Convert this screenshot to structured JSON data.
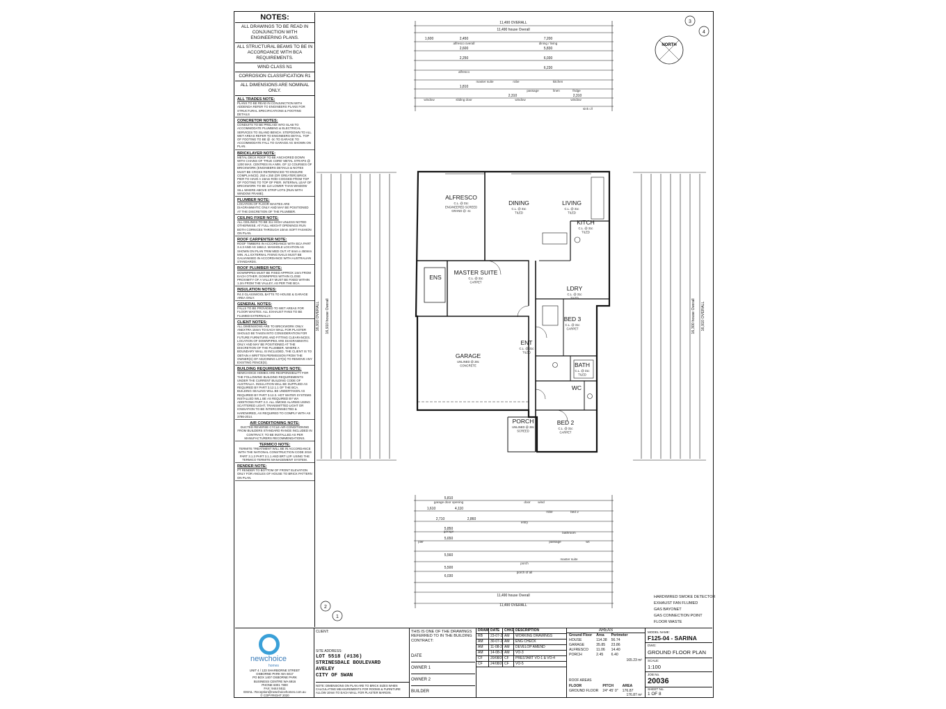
{
  "notes": {
    "heading": "NOTES:",
    "general": [
      "ALL DRAWINGS TO BE READ IN CONJUNCTION WITH ENGINEERING PLANS.",
      "ALL STRUCTURAL BEAMS TO BE IN ACCORDANCE WITH BCA REQUIREMENTS.",
      "WIND CLASS N1",
      "CORROSION CLASSIFICATION R1",
      "ALL DIMENSIONS ARE NOMINAL ONLY."
    ],
    "sections": [
      {
        "title": "ALL TRADES NOTE:",
        "body": "PLANS TO BE READ IN CONJUNCTION WITH ADDENDA REFER TO ENGINEERS PLANS FOR STRUCTURAL SPECIFICATIONS & FOOTING DETAILS"
      },
      {
        "title": "CONCRETOR NOTES:",
        "body": "CONDUITS TO BE PRELAID INTO SLAB TO ACCOMMODATE PLUMBING & ELECTRICAL SERVICES TO ISLAND BENCH. STEPDOWN TO ALL WET AREAS REFER TO ENGINEERS DETAIL. TOP OF FOOTING TO BE @ -3c TO GARAGE TO ACCOMMODATE FALL TO GARAGE AS SHOWN ON PLAN."
      },
      {
        "title": "BRICKLAYER NOTE:",
        "body": "METAL DECK ROOF TO BE ANCHORED DOWN WITH CHAINS OF 'TRUE CORE' METAL STRAPS @ 1200 MAX. CENTRES IN A MIN. OF 12 COURSES OF BRICKWORK (ENGINEERS DETAILS & NOTES MUST BE CROSS REFERENCED TO ENSURE COMPLIANCE). 250 x 250 (OR GREATER) BRICK PIER TO HAVE A 15mm ROD COGGED FROM TOP OF FOOTING TO TOP OF PIER. INTERNAL LEAF OF BRICKWORK TO BE 110 LOWER THAN WINDOW SILL WHERE ABOVE STRIP LOTS (RUN WITH WINDOW FRAME)."
      },
      {
        "title": "PLUMBER NOTE:",
        "body": "LOCATION OF FLOOR WASTES ARE DIAGRAMMATIC ONLY AND MAY BE POSITIONED AT THE DISCRETION OF THE PLUMBER."
      },
      {
        "title": "CEILING FIXER NOTE:",
        "body": "ALL CEILINGS TO BE 31c HIGH UNLESS NOTED OTHERWISE. AT FULL HEIGHT OPENINGS RUN BOTH CORNICES THROUGH 10mm SOFT FASHION ON PLAN."
      },
      {
        "title": "ROOF CARPENTER NOTE:",
        "body": "ROOF TIMBERS IN ACCORDANCE WITH BCA PART 3.4.3 AND AS 1684.2. MANHOLE LOCATION AS SHOWN ON PLAN TRIM MED OUT AT 6mm x 450mm MIN. ALL EXTERNAL FIXING NAILS MUST BE GALVANISED IN ACCORDANCE WITH AUSTRALIAN STANDARDS."
      },
      {
        "title": "ROOF PLUMBER NOTE:",
        "body": "DOWNPIPES MUST BE FIXED APPROX 1mm FROM EACH OTHER. DOWNPIPES WITHIN CLOSE PROXIMITY OF A VALLEY MUST BE FIXED WITHIN 1.2m FROM THE VALLEY, AS PER THE BCA."
      },
      {
        "title": "INSULATION NOTES:",
        "body": "R4.0 GLASSWOOL BATTS TO HOUSE & GARAGE AREA ONLY."
      },
      {
        "title": "GENERAL NOTES:",
        "body": "FALLS TO BE PROVIDED TO WET AREAS FOR FLOOR WASTES. ALL EXHAUST FANS TO BE FLUMED EXTERNALLY."
      },
      {
        "title": "CLIENT NOTES:",
        "body": "ALL DIMENSIONS ARE TO BRICKWORK ONLY. ANEXTRA 15mm TO EACH WALL FOR PLASTER SHOULD BE TAKEN INTO CONSIDERATION FOR FUTURE FURNITURE AND FITTING CLEARANCES. LOCATION OF DOWNPIPES ARE DIAGRAMMATIC ONLY AND MAY BE POSITIONED AT THE DISCRETION OF THE PLUMBER. WHERE A BOUNDARY WALL IS INCLUDED, THE CLIENT IS TO OBTAIN A WRITTEN PERMISSION FROM THE OWNER(S) OF ADJOINING LOT(S) TO REMOVE ANY EXISTING FENCE(S)."
      },
      {
        "title": "BUILDING REQUIREMENTS NOTE:",
        "body": "NEWCHOICE HOMES ARE RESPONSIBILITY FOR THE FOLLOWING BUILDING REQUIREMENTS UNDER THE CURRENT BUILDING CODE OF AUSTRALIA. INSULATION WILL BE SUPPLIED AS REQUIRED BY PART 3.12.1.1 OF THE BCA. BUILDING SEALING WILL BE UNDERTAKEN AS REQUIRED BY PART 3.12.3. HOT WATER SYSTEMS INSTALLED WILL BE AS REQUIRED BY WA ADDITIONS PART 2.3. ALL SMOKE ALARMS USING SCATTERED LIGHT, TRANSMITTED LIGHT OR IONISATION TO BE INTERCONNECTED & HARDWIRED, AS REQUIRED TO COMPLY WITH AS 3786-2014."
      },
      {
        "title": "AIR CONDITIONING NOTE:",
        "body": "DUCTED REVERSE CYCLE AIR-CONDITIONING FROM BUILDERS STANDARD RANGE INCLUDED IN CONTRACT, TO BE INSTALLED AS PER MANUFACTURERS RECOMMENDATIONS.",
        "center": true
      },
      {
        "title": "TERMICO NOTE:",
        "body": "TERMITE TREATMENT WILL BE IN ACCORDANCE WITH THE NATIONAL CONSTRUCTION CODE 2019 PART 3.1.3 PART 3.1.1 AND BRT L2P. USING THE TERMICO TERMITE MANAGEMENT SYSTEM.",
        "center": true
      },
      {
        "title": "RENDER NOTE:",
        "body": "PT RENDER TO BOTTOM OF FRONT ELEVATION ONLY FOR ANGLES OF HOUSE TO BRICK PATTERN ON PLAN."
      }
    ]
  },
  "plan": {
    "top_overall": "11,490 OVERALL",
    "top_house_overall": "11,490 house Overall",
    "bottom_overall": "11,490 OVERALL",
    "bottom_house_overall": "11,490 house Overall",
    "left_overall": "16,910 OVERALL",
    "left_house_overall": "16,910 house Overall",
    "right_overall": "16,910 OVERALL",
    "right_house_overall": "16,300 house Overall",
    "rooms": [
      {
        "name": "ALFRESCO",
        "sub": "C.L. @ 31c\nENGINEERED SCREED\nGRAND @ -4c"
      },
      {
        "name": "DINING",
        "sub": "C.L. @ 31c\nTILED"
      },
      {
        "name": "LIVING",
        "sub": "C.L. @ 31c\nTILED"
      },
      {
        "name": "KITCH",
        "sub": "C.L. @ 31c\nTILED"
      },
      {
        "name": "MASTER SUITE",
        "sub": "C.L. @ 31c\nCARPET"
      },
      {
        "name": "ENS",
        "sub": ""
      },
      {
        "name": "LDRY",
        "sub": "C.L. @ 31c\nTILED"
      },
      {
        "name": "BED 3",
        "sub": "C.L. @ 31c\nCARPET"
      },
      {
        "name": "ENT",
        "sub": "C.L. @ 31c\nTILED"
      },
      {
        "name": "GARAGE",
        "sub": "UNLINED @ 28c\nCONCRETE"
      },
      {
        "name": "BATH",
        "sub": "C.L. @ 31c\nTILED"
      },
      {
        "name": "WC",
        "sub": ""
      },
      {
        "name": "PORCH",
        "sub": "UNLINED @ 28c\nSCREED"
      },
      {
        "name": "BED 2",
        "sub": "C.L. @ 31c\nCARPET"
      }
    ],
    "top_dims": [
      "1,600",
      "2,450",
      "7,200",
      "5,830",
      "6,030",
      "6,230",
      "2,600",
      "2,250",
      "1,810",
      "2,310",
      "2,310"
    ],
    "top_labels": [
      "alfresco overall",
      "dining / living",
      "alfresco",
      "master suite",
      "robe",
      "passage",
      "kitchen",
      "linen",
      "fridge",
      "window",
      "sliding door",
      "window",
      "window",
      "sink c/l"
    ],
    "bottom_dims": [
      "5,810",
      "1,610",
      "4,110",
      "2,710",
      "2,860",
      "5,850",
      "5,650",
      "5,560",
      "5,500",
      "6,030"
    ],
    "bottom_labels": [
      "garage door opening",
      "door",
      "wind",
      "robe",
      "bed 2",
      "entry",
      "garage",
      "pier",
      "bathroom",
      "passage",
      "wc",
      "master suite",
      "porch",
      "porch of all"
    ],
    "compass": "NORTH",
    "sheet_refs_top": [
      "3",
      "4"
    ],
    "sheet_refs_bottom": [
      "2",
      "1"
    ]
  },
  "legend": [
    "HARDWIRED SMOKE DETECTOR",
    "EXHAUST FAN FLUMED",
    "GAS BAYONET",
    "GAS CONNECTION POINT",
    "FLOOR WASTE"
  ],
  "title_block": {
    "company": "newchoice",
    "company_sub": "homes",
    "address_lines": [
      "UNIT 4 / 123 SHARBORNE STREET",
      "OSBORNE PARK WA 6017",
      "PO BOX 1407 OSBORNE PARK",
      "BUSINESS CENTRE WA 6916",
      "PHONE 6001 7800",
      "FAX: 9444 5511",
      "EMAIL: Reception@newchoicehomes.com.au",
      "© COPYRIGHT 2020"
    ],
    "client_label": "CLIENT:",
    "site_label": "SITE ADDRESS:",
    "site_lines": [
      "LOT 5518 (#136)",
      "STRINESDALE BOULEVARD",
      "AVELEY",
      "CITY OF SWAN"
    ],
    "note": "NOTE: DIMENSIONS ON PLAN ARE TO BRICK SIZES WHEN CALCULATING MEASUREMENTS FOR ROOMS & FURNITURE ALLOW 10mm TO EACH WALL FOR PLASTER MARGIN.",
    "contract_text": "THIS IS ONE OF THE DRAWINGS REFERRED TO IN THE BUILDING CONTRACT:",
    "contract_fields": [
      "DATE",
      "OWNER 1",
      "OWNER 2",
      "BUILDER"
    ],
    "rev_headers": [
      "DRAWN",
      "DATE",
      "CHKD",
      "DESCRIPTION"
    ],
    "revisions": [
      [
        "RB",
        "23-07-20",
        "AM",
        "WORKING DRAWINGS"
      ],
      [
        "AM",
        "30-07-20",
        "AM",
        "ENG CHECK"
      ],
      [
        "AM",
        "11-08-20",
        "AM",
        "DEVELOP AMEND"
      ],
      [
        "AM",
        "14-08-20",
        "AM",
        "VO-3"
      ],
      [
        "CF",
        "20/08/20",
        "CF",
        "PRESTART VO-1 & VO-4"
      ],
      [
        "CF",
        "24/08/20",
        "CF",
        "VO-5"
      ]
    ],
    "areas_title": "AREAS",
    "areas_headers": [
      "Ground Floor",
      "Area",
      "Perimeter"
    ],
    "areas": [
      [
        "HOUSE",
        "114.38",
        "56.74"
      ],
      [
        "GARAGE",
        "35.85",
        "23.86"
      ],
      [
        "ALFRESCO",
        "11.06",
        "14.40"
      ],
      [
        "PORCH",
        "2.45",
        "6.40"
      ]
    ],
    "areas_total": "165.23 m²",
    "roof_areas_title": "ROOF AREAS",
    "roof_headers": [
      "FLOOR",
      "PITCH",
      "AREA"
    ],
    "roof_row": [
      "GROUND FLOOR",
      "24° 45' 0\"",
      "176.87"
    ],
    "roof_total": "176.87 m²",
    "model_label": "MODEL NAME:",
    "model": "F125-04 - SARINA",
    "dwg_label": "DWG:",
    "dwg": "GROUND FLOOR PLAN",
    "scale_label": "SCALE:",
    "scale": "1:100",
    "job_label": "JOB No.",
    "job": "20036",
    "sheet_label": "SHEET No.",
    "sheet": "1 OF 8"
  }
}
